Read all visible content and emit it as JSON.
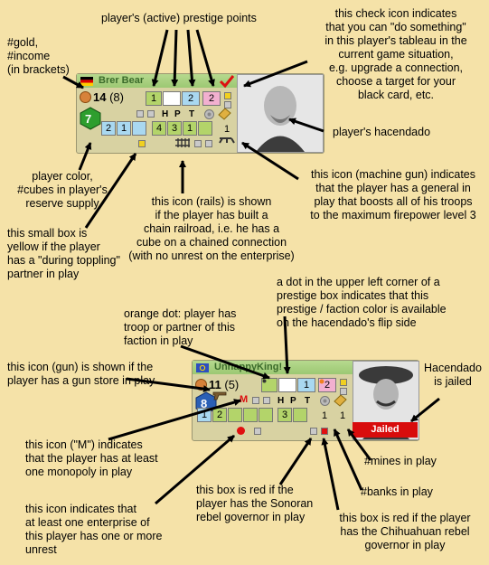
{
  "labels": {
    "prestige_points": "player's (active) prestige points",
    "check_icon": "this check icon indicates\nthat you can \"do something\"\nin this player's tableau in the\ncurrent game situation,\ne.g. upgrade a connection,\nchoose a target for your\nblack card, etc.",
    "gold_income": "#gold,\n#income\n(in brackets)",
    "hacendado": "player's hacendado",
    "machine_gun": "this icon (machine gun) indicates\nthat the player has a general in\nplay that boosts all of his troops\nto the maximum firepower level 3",
    "player_color": "player color,\n#cubes in player's\nreserve supply",
    "rails": "this icon (rails) is shown\nif the player has built a\nchain railroad, i.e. he has a\ncube on a chained connection\n(with no unrest on the enterprise)",
    "toppling_box": "this small box is\nyellow if the player\nhas a \"during toppling\"\npartner in play",
    "dot_flip": "a dot in the upper left corner of a\nprestige box indicates that this\nprestige / faction color is available\non the hacendado's flip side",
    "orange_dot": "orange dot: player has\ntroop or partner of this\nfaction in play",
    "gun_icon": "this icon (gun) is shown if the\nplayer has a gun store in play",
    "hacendado_jailed": "Hacendado\nis jailed",
    "monopoly": "this icon (\"M\") indicates\nthat the player has at least\none monopoly in play",
    "mines": "#mines in play",
    "banks": "#banks in play",
    "unrest": "this icon indicates that\nat least one enterprise of\nthis player has one or more\nunrest",
    "sonoran": "this box is red if the\nplayer has the Sonoran\nrebel governor in play",
    "chihuahuan": "this box is red if the player\nhas the Chihuahuan rebel\ngovernor in play"
  },
  "tableau1": {
    "player_name": "Brer Bear",
    "gold": "14",
    "income": "(8)",
    "cubes": "7",
    "player_color": "#2e9e2e",
    "prestige": [
      "1",
      "",
      "2",
      "2"
    ],
    "prestige_colors": [
      "#b3d46a",
      "#ffffff",
      "#a9d8f0",
      "#f2b0d0"
    ],
    "hpt": [
      "H",
      "P",
      "T"
    ],
    "row2": [
      "2",
      "1",
      "",
      "4",
      "3",
      "1"
    ],
    "general_count": "1"
  },
  "tableau2": {
    "player_name": "UnhappyKing!",
    "gold": "11",
    "income": "(5)",
    "cubes": "8",
    "player_color": "#2a5fb5",
    "monopoly": "M",
    "prestige": [
      "",
      "",
      "1",
      "2"
    ],
    "prestige_colors": [
      "#b3d46a",
      "#ffffff",
      "#a9d8f0",
      "#f2b0d0"
    ],
    "hpt": [
      "H",
      "P",
      "T"
    ],
    "row2": [
      "1",
      "2",
      "",
      "3"
    ],
    "mines": "1",
    "banks": "1",
    "jailed": "Jailed"
  }
}
